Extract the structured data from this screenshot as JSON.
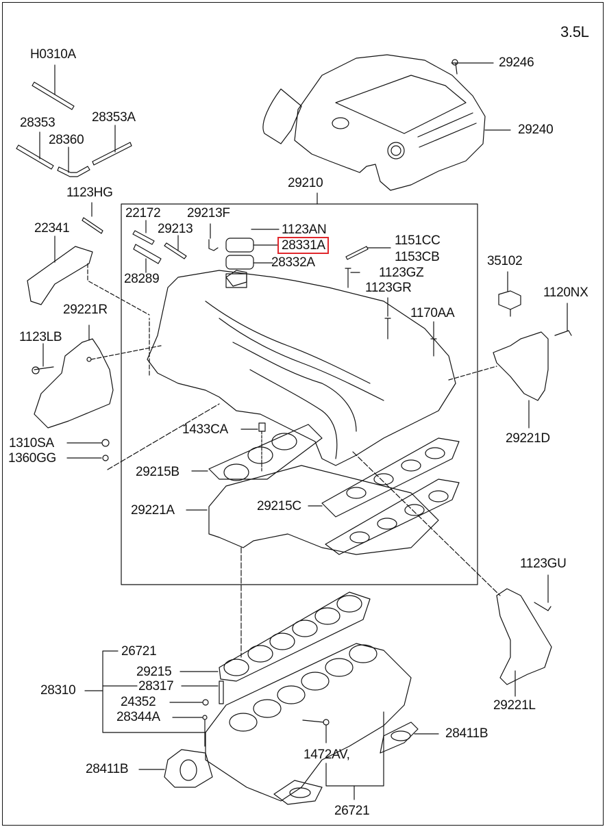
{
  "diagram": {
    "engine": "3.5L",
    "highlight_color": "#e0262b",
    "highlighted_part": "28331A",
    "groups": {
      "upper_box": "29210",
      "lower_assembly": "28310"
    },
    "parts": {
      "h0310a": "H0310A",
      "p28353": "28353",
      "p28353a": "28353A",
      "p28360": "28360",
      "p1123hg": "1123HG",
      "p29246": "29246",
      "p29240": "29240",
      "p29210": "29210",
      "p22341": "22341",
      "p22172": "22172",
      "p29213f": "29213F",
      "p29213": "29213",
      "p1123an": "1123AN",
      "p28331a": "28331A",
      "p28332a": "28332A",
      "p28289": "28289",
      "p1151cc": "1151CC",
      "p1153cb": "1153CB",
      "p1123gz": "1123GZ",
      "p1123gr": "1123GR",
      "p35102": "35102",
      "p1120nx": "1120NX",
      "p1170aa": "1170AA",
      "p29221r": "29221R",
      "p1123lb": "1123LB",
      "p29221d": "29221D",
      "p1310sa": "1310SA",
      "p1360gg": "1360GG",
      "p1433ca": "1433CA",
      "p29215b": "29215B",
      "p29221a": "29221A",
      "p29215c": "29215C",
      "p1123gu": "1123GU",
      "p29221l": "29221L",
      "p26721_top": "26721",
      "p29215": "29215",
      "p28310": "28310",
      "p28317": "28317",
      "p24352": "24352",
      "p28344a": "28344A",
      "p28411b_left": "28411B",
      "p28411b_right": "28411B",
      "p1472av": "1472AV,",
      "p26721_bottom": "26721"
    }
  }
}
